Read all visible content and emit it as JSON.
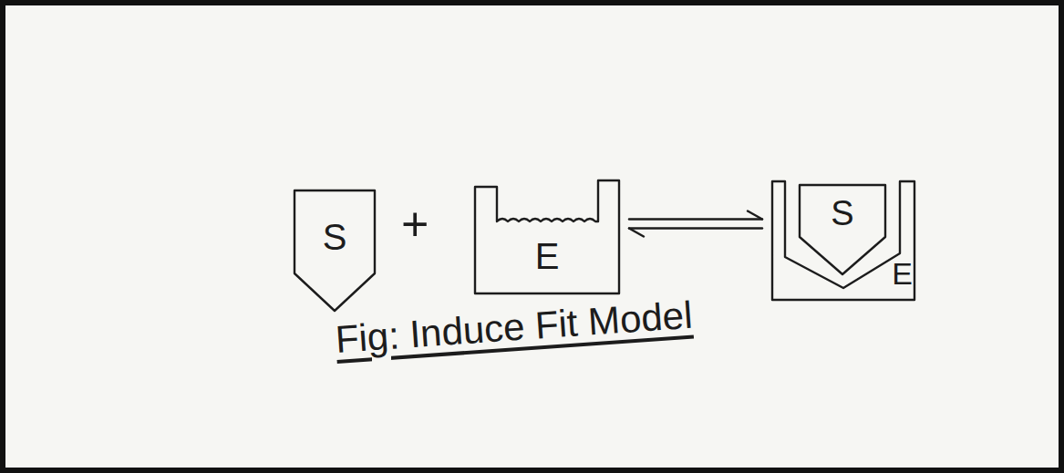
{
  "diagram": {
    "caption": "Fig: Induce Fit Model",
    "nodes": [
      {
        "text": [
          "S"
        ]
      },
      {
        "text": [
          "E"
        ]
      },
      {
        "text": [
          "E"
        ]
      },
      {
        "text": [
          "S"
        ],
        "in": 2
      }
    ],
    "edges": [
      {
        "from": 1,
        "to": 2,
        "arrow": "both"
      }
    ],
    "labels": [
      "+"
    ]
  }
}
